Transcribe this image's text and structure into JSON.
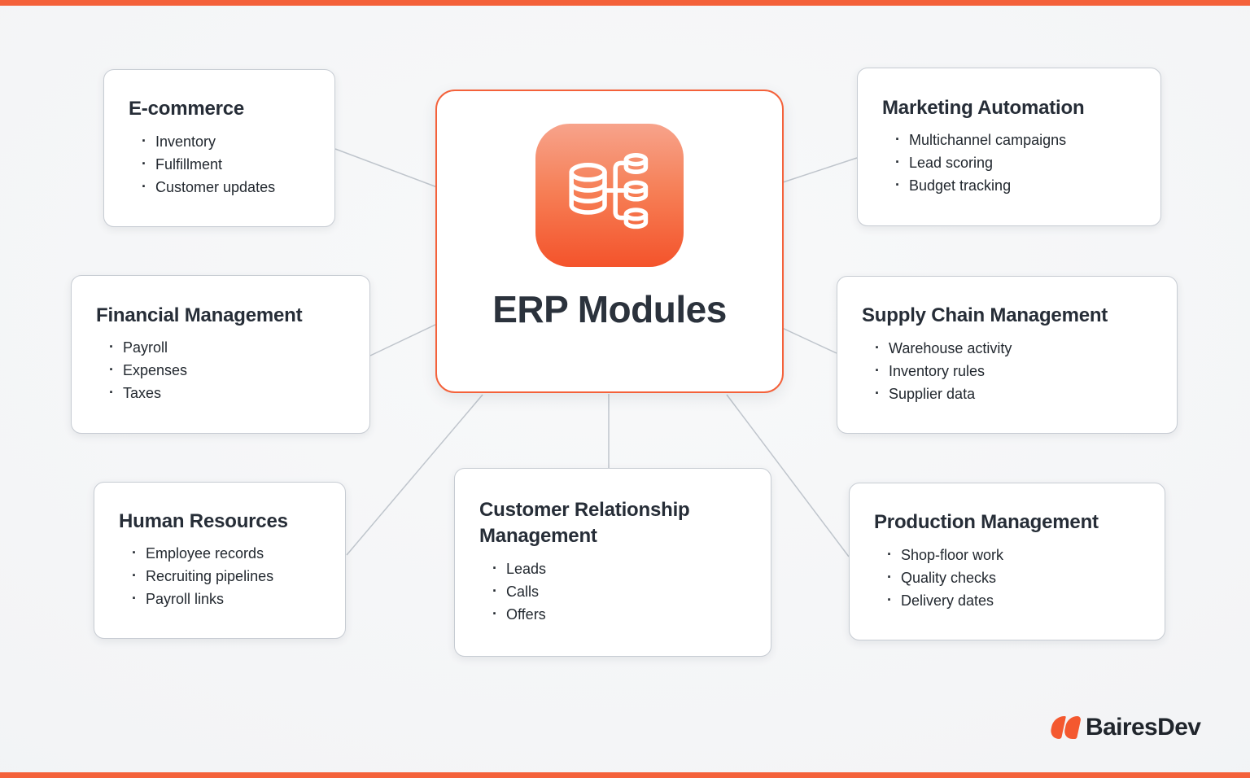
{
  "center": {
    "title": "ERP Modules",
    "icon": "database-network-icon",
    "icon_gradient_top": "#F7A38B",
    "icon_gradient_bottom": "#F4532B",
    "border_color": "#F4613A"
  },
  "cards": [
    {
      "id": "ecommerce",
      "title": "E-commerce",
      "items": [
        "Inventory",
        "Fulfillment",
        "Customer updates"
      ]
    },
    {
      "id": "financial-management",
      "title": "Financial Management",
      "items": [
        "Payroll",
        "Expenses",
        "Taxes"
      ]
    },
    {
      "id": "human-resources",
      "title": "Human Resources",
      "items": [
        "Employee records",
        "Recruiting pipelines",
        "Payroll links"
      ]
    },
    {
      "id": "marketing-automation",
      "title": "Marketing Automation",
      "items": [
        "Multichannel campaigns",
        "Lead scoring",
        "Budget tracking"
      ]
    },
    {
      "id": "supply-chain-management",
      "title": "Supply Chain Management",
      "items": [
        "Warehouse activity",
        "Inventory rules",
        "Supplier data"
      ]
    },
    {
      "id": "production-management",
      "title": "Production Management",
      "items": [
        "Shop-floor work",
        "Quality checks",
        "Delivery dates"
      ]
    },
    {
      "id": "customer-relationship-management",
      "title": "Customer Relationship Management",
      "items": [
        "Leads",
        "Calls",
        "Offers"
      ]
    }
  ],
  "edges": [
    "center-ecommerce",
    "center-financial-management",
    "center-human-resources",
    "center-customer-relationship-management",
    "center-marketing-automation",
    "center-supply-chain-management",
    "center-production-management"
  ],
  "logo": {
    "brand": "BairesDev",
    "mark": "bairesdev-sails-icon",
    "mark_color": "#F4582F"
  },
  "colors": {
    "accent_bar": "#F4613A",
    "card_border": "#C7CCD3",
    "connector_line": "#BFC5CC",
    "title_text": "#262D37",
    "body_text": "#22282F",
    "background": "#F3F4F6"
  }
}
